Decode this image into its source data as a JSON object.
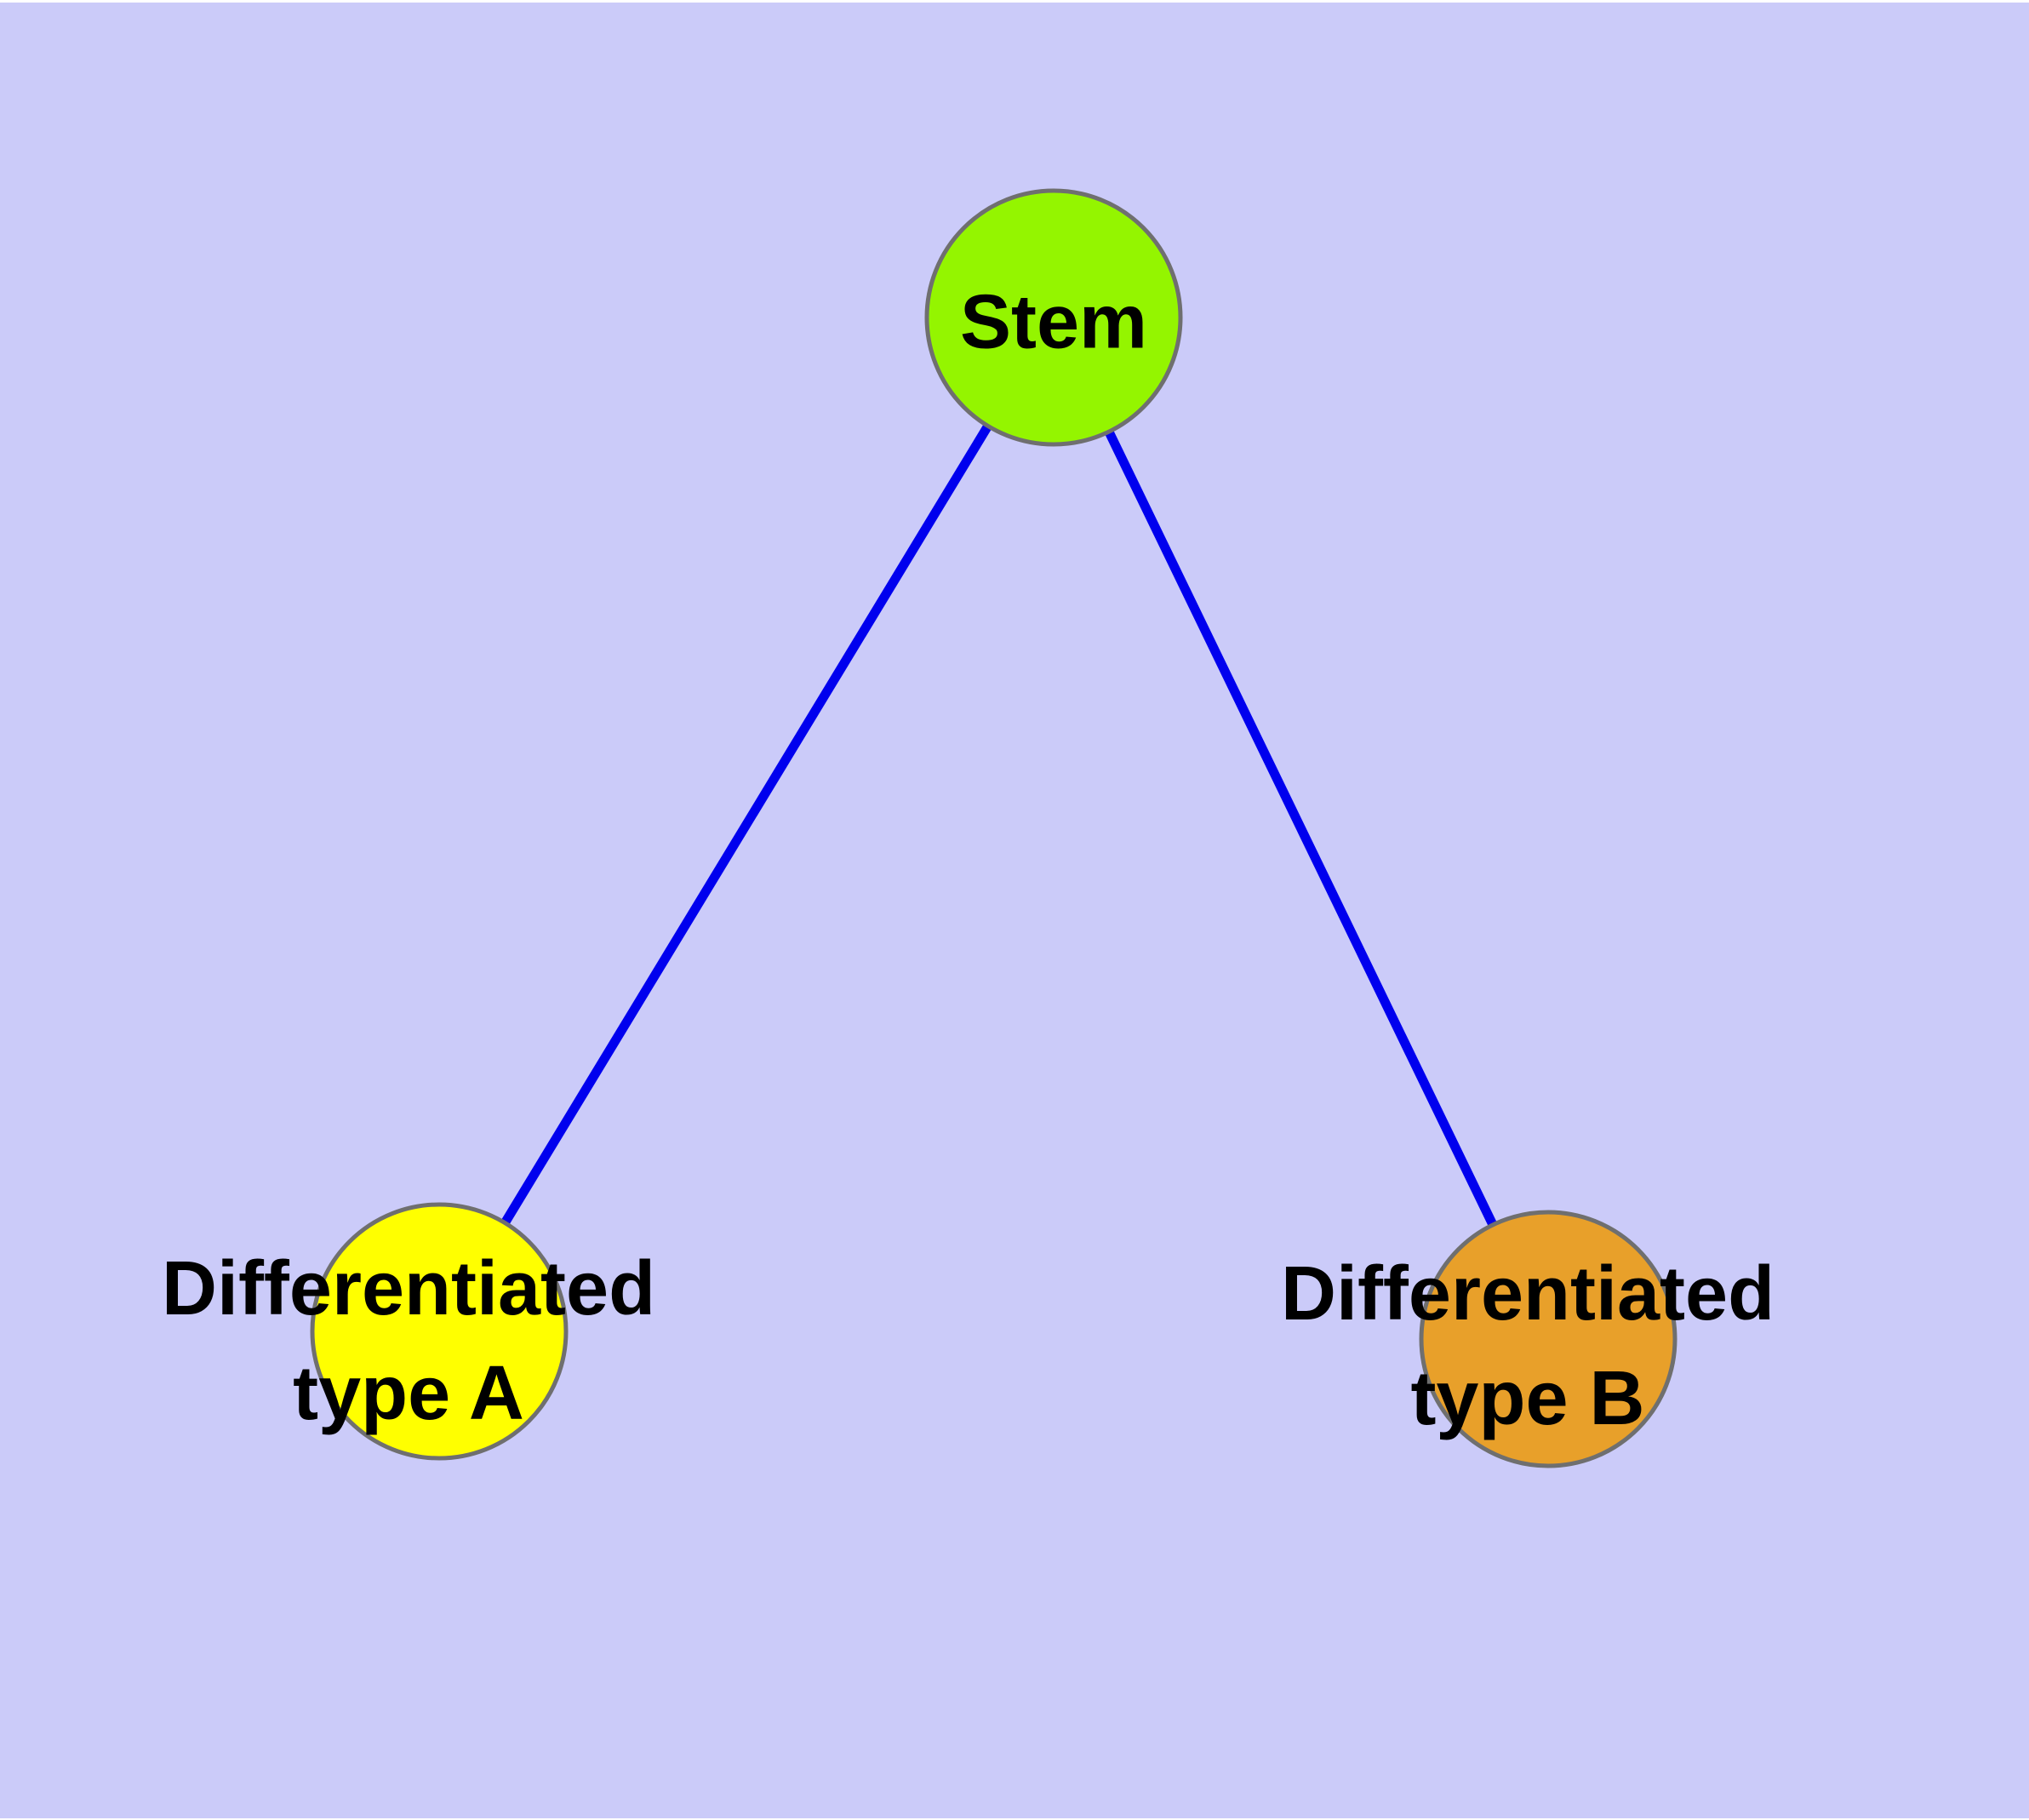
{
  "diagram": {
    "background_color": "#cbcbf9",
    "edge_color": "#0000ee",
    "node_border_color": "#6f6f6f",
    "label_color": "#000000",
    "nodes": [
      {
        "id": "stem",
        "label": "Stem",
        "label_line1": "Stem",
        "label_line2": "",
        "fill": "#94f500"
      },
      {
        "id": "type-a",
        "label": "Differentiated type A",
        "label_line1": "Differentiated",
        "label_line2": "type A",
        "fill": "#ffff00"
      },
      {
        "id": "type-b",
        "label": "Differentiated type B",
        "label_line1": "Differentiated",
        "label_line2": "type B",
        "fill": "#e8a02a"
      }
    ],
    "edges": [
      {
        "from": "Stem",
        "to": "Differentiated type A"
      },
      {
        "from": "Stem",
        "to": "Differentiated type B"
      }
    ]
  }
}
